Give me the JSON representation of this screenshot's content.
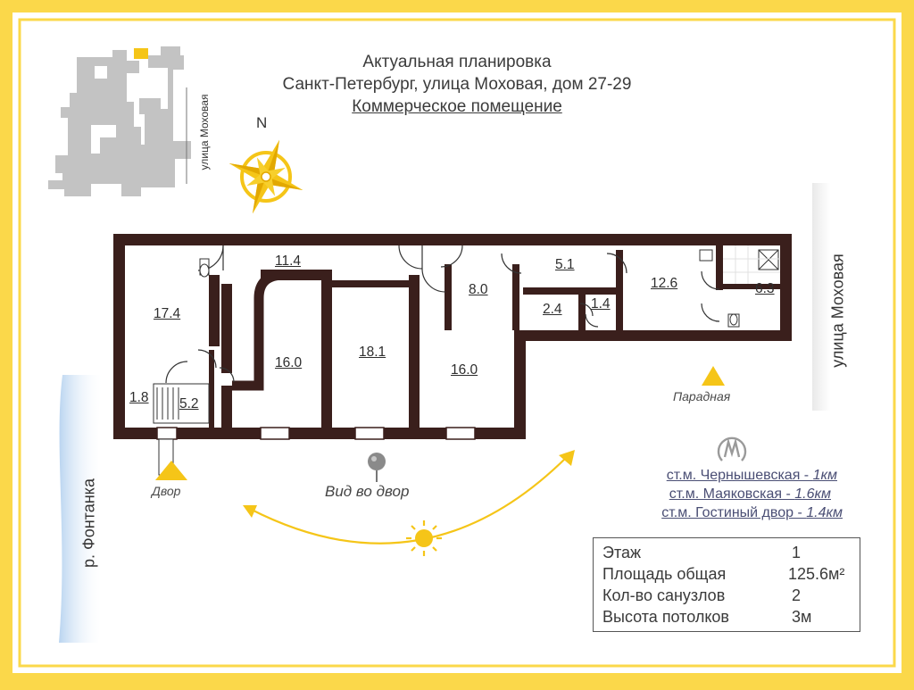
{
  "header": {
    "line1": "Актуальная планировка",
    "line2": "Санкт-Петербург, улица Моховая, дом 27-29",
    "line3": "Коммерческое помещение"
  },
  "compass": {
    "north_label": "N",
    "icon": "compass-rose-icon"
  },
  "site_plan": {
    "street_label": "улица Моховая"
  },
  "streets": {
    "mokhovaya": "улица Моховая",
    "fontanka": "р. Фонтанка"
  },
  "entrances": {
    "front": "Парадная",
    "yard": "Двор",
    "yard_view": "Вид во двор"
  },
  "rooms": [
    {
      "id": "r1",
      "area": "17.4"
    },
    {
      "id": "r2",
      "area": "1.8"
    },
    {
      "id": "r3",
      "area": "5.2"
    },
    {
      "id": "r4",
      "area": "11.4"
    },
    {
      "id": "r5",
      "area": "16.0"
    },
    {
      "id": "r6",
      "area": "18.1"
    },
    {
      "id": "r7",
      "area": "8.0"
    },
    {
      "id": "r8",
      "area": "16.0"
    },
    {
      "id": "r9",
      "area": "5.1"
    },
    {
      "id": "r10",
      "area": "2.4"
    },
    {
      "id": "r11",
      "area": "1.4"
    },
    {
      "id": "r12",
      "area": "12.6"
    },
    {
      "id": "r13",
      "area": "6.3"
    }
  ],
  "metro": {
    "icon": "metro-icon",
    "stations": [
      {
        "name": "ст.м. Чернышевская - ",
        "dist": "1км"
      },
      {
        "name": "ст.м. Маяковская - ",
        "dist": "1.6км"
      },
      {
        "name": "ст.м. Гостиный двор - ",
        "dist": "1.4км"
      }
    ]
  },
  "info": {
    "rows": [
      {
        "label": "Этаж",
        "value": "1"
      },
      {
        "label": "Площадь общая",
        "value": "125.6м²"
      },
      {
        "label": "Кол-во санузлов",
        "value": "2"
      },
      {
        "label": "Высота потолков",
        "value": "3м"
      }
    ]
  },
  "colors": {
    "frame": "#fbd84a",
    "wall": "#3a1f1c",
    "accent_yellow": "#f5c518",
    "metro_text": "#4a4e74"
  }
}
